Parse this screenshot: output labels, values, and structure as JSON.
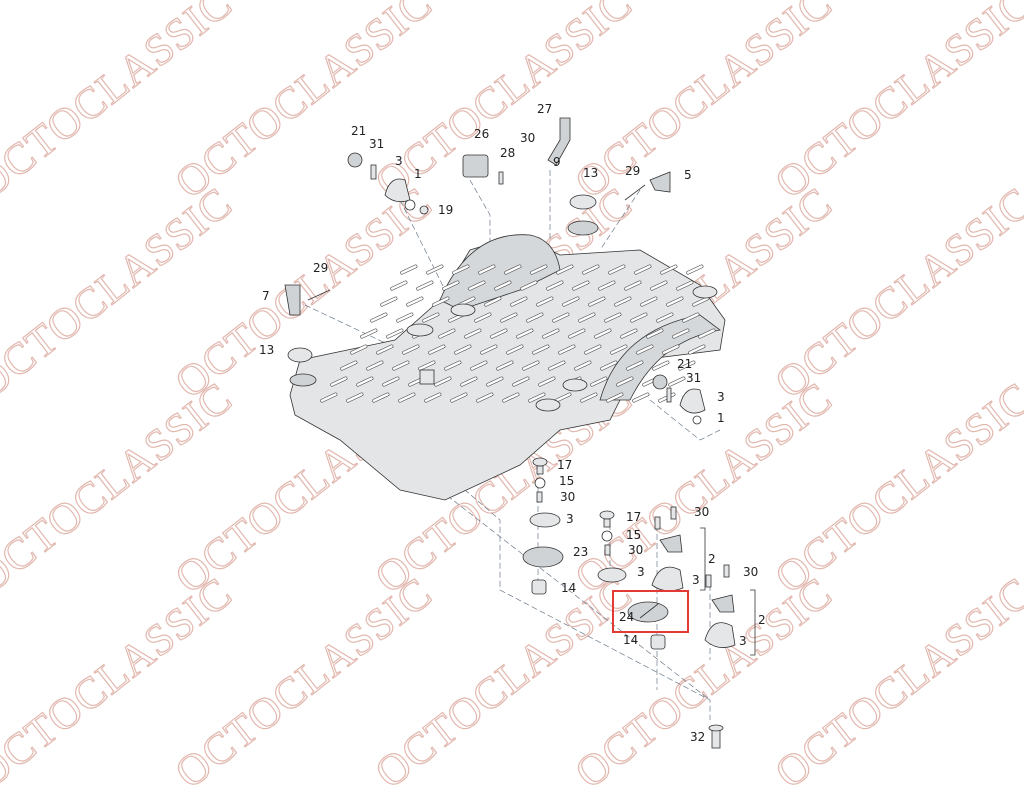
{
  "diagram": {
    "watermark": "OCTOCLASSIC",
    "highlight_color": "#e53935",
    "highlighted_part": "24",
    "part_labels": [
      "21",
      "31",
      "3",
      "1",
      "19",
      "26",
      "28",
      "27",
      "30",
      "9",
      "13",
      "29",
      "5",
      "7",
      "29",
      "13",
      "21",
      "31",
      "3",
      "1",
      "17",
      "15",
      "30",
      "3",
      "23",
      "14",
      "17",
      "15",
      "30",
      "3",
      "30",
      "2",
      "3",
      "30",
      "2",
      "3",
      "24",
      "14",
      "32"
    ]
  }
}
